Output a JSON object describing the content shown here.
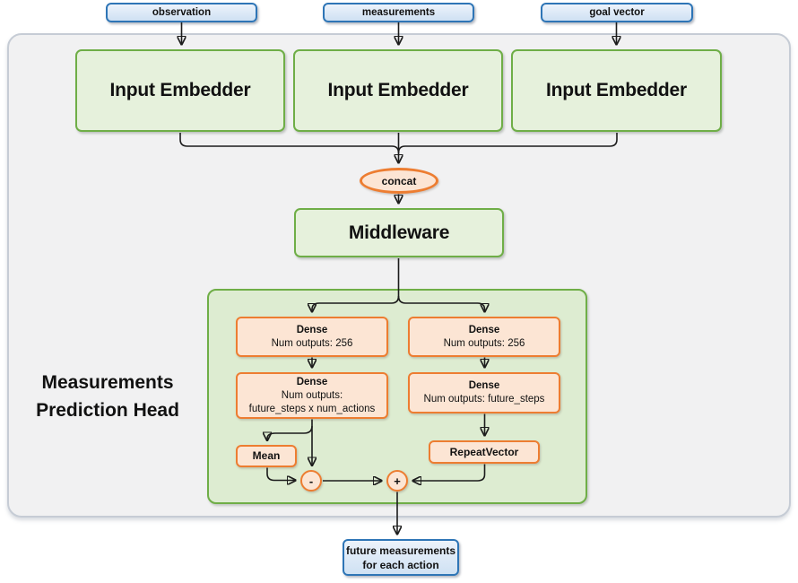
{
  "inputs": [
    {
      "label": "observation"
    },
    {
      "label": "measurements"
    },
    {
      "label": "goal vector"
    }
  ],
  "embedders": [
    {
      "label": "Input Embedder"
    },
    {
      "label": "Input Embedder"
    },
    {
      "label": "Input Embedder"
    }
  ],
  "concat": {
    "label": "concat"
  },
  "middleware": {
    "label": "Middleware"
  },
  "head": {
    "label_line1": "Measurements",
    "label_line2": "Prediction Head",
    "dense_left_1": {
      "title": "Dense",
      "line1": "Num outputs: 256"
    },
    "dense_left_2": {
      "title": "Dense",
      "line1": "Num outputs:",
      "line2": "future_steps x num_actions"
    },
    "dense_right_1": {
      "title": "Dense",
      "line1": "Num outputs: 256"
    },
    "dense_right_2": {
      "title": "Dense",
      "line1": "Num outputs: future_steps"
    },
    "mean": {
      "label": "Mean"
    },
    "repeat_vector": {
      "label": "RepeatVector"
    },
    "minus_op": {
      "label": "-"
    },
    "plus_op": {
      "label": "+"
    }
  },
  "output": {
    "line1": "future measurements",
    "line2": "for each action"
  },
  "colors": {
    "blue_border": "#2e75b6",
    "blue_fill_bottom": "#cfe1f3",
    "green_border": "#6fae47",
    "green_fill": "#e6f1dc",
    "head_fill": "#ddecd1",
    "orange_border": "#ed7d31",
    "orange_fill": "#fce5d4",
    "container_fill": "#f1f1f2",
    "container_border": "#c6ccd5",
    "line_color": "#1c1c1c"
  }
}
